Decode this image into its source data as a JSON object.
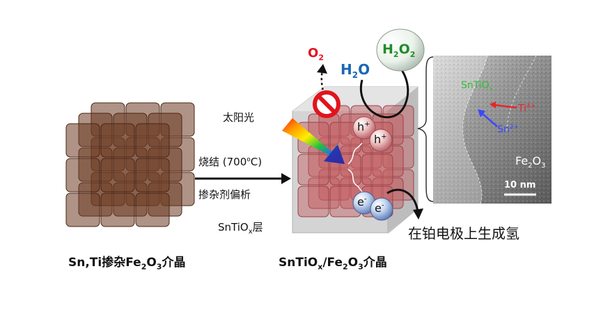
{
  "left_caption_parts": [
    "Sn,Ti掺杂Fe",
    "2",
    "O",
    "3",
    "介晶"
  ],
  "arrow_labels": {
    "sinter_parts": [
      "烧结 (700",
      "o",
      "C)"
    ],
    "segregation": "掺杂剂偏析"
  },
  "sunlight": "太阳光",
  "shell_label_parts": [
    "SnTiO",
    "x",
    "层"
  ],
  "center_caption_parts": [
    "SnTiO",
    "x",
    "/Fe",
    "2",
    "O",
    "3",
    "介晶"
  ],
  "species": {
    "o2": [
      "O",
      "2"
    ],
    "h2o": [
      "H",
      "2",
      "O"
    ],
    "h2o2": [
      "H",
      "2",
      "O",
      "2"
    ],
    "hole": [
      "h",
      "+"
    ],
    "electron": [
      "e",
      "-"
    ]
  },
  "hydrogen_text": "在铂电极上生成氢",
  "tem": {
    "layer": [
      "SnTiO",
      "x"
    ],
    "ti": [
      "Ti",
      "4+"
    ],
    "sn": [
      "Sn",
      "2+"
    ],
    "fe2o3": [
      "Fe",
      "2",
      "O",
      "3"
    ],
    "scale": "10 nm"
  },
  "colors": {
    "o2_red": "#e0141e",
    "h2o_blue": "#1a67b4",
    "h2o2_green": "#1f8c28",
    "tem_green": "#2fbf3a",
    "ti_red": "#e8252a",
    "sn_blue": "#3a48ff",
    "block_brown": "#6b3a22",
    "shell_grey": "#c9c9c9",
    "core_red": "#c35a5e"
  }
}
